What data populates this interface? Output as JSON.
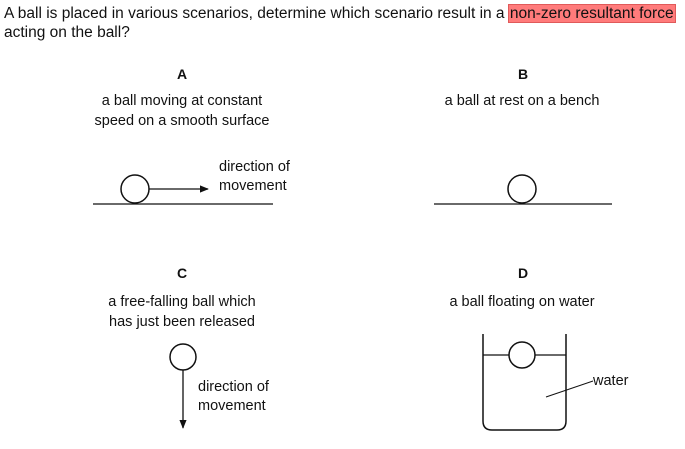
{
  "question": {
    "prefix": "A ball is placed in various scenarios, determine which scenario result in a ",
    "highlighted": "non-zero resultant force",
    "suffix": "acting on the ball?"
  },
  "options": [
    {
      "letter": "A",
      "desc_line1": "a ball moving at constant",
      "desc_line2": "speed on a smooth surface",
      "label1": "direction of",
      "label2": "movement"
    },
    {
      "letter": "B",
      "desc_line1": "a ball at rest on a bench",
      "desc_line2": ""
    },
    {
      "letter": "C",
      "desc_line1": "a free-falling ball which",
      "desc_line2": "has just been released",
      "label1": "direction of",
      "label2": "movement"
    },
    {
      "letter": "D",
      "desc_line1": "a ball floating on water",
      "desc_line2": "",
      "label1": "water"
    }
  ],
  "colors": {
    "highlight": "#ff7b7b",
    "ink": "#111111"
  }
}
